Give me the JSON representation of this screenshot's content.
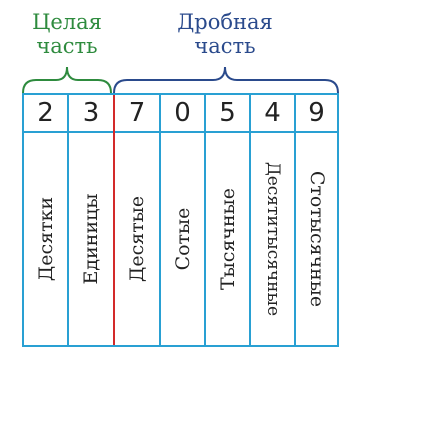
{
  "labels": {
    "whole_line1": "Целая",
    "whole_line2": "часть",
    "frac_line1": "Дробная",
    "frac_line2": "часть"
  },
  "columns": [
    {
      "digit": "2",
      "name": "Десятки",
      "orientation": "ccw"
    },
    {
      "digit": "3",
      "name": "Единицы",
      "orientation": "ccw"
    },
    {
      "digit": "7",
      "name": "Десятые",
      "orientation": "ccw"
    },
    {
      "digit": "0",
      "name": "Сотые",
      "orientation": "ccw"
    },
    {
      "digit": "5",
      "name": "Тысячные",
      "orientation": "ccw"
    },
    {
      "digit": "4",
      "name": "Десятитысячные",
      "orientation": "cw"
    },
    {
      "digit": "9",
      "name": "Стотысячные",
      "orientation": "cw"
    }
  ],
  "colors": {
    "whole_brace": "#2e8b3e",
    "fraction_brace": "#2a4a8c",
    "grid": "#29a0d3",
    "separator": "#d32a2a"
  }
}
